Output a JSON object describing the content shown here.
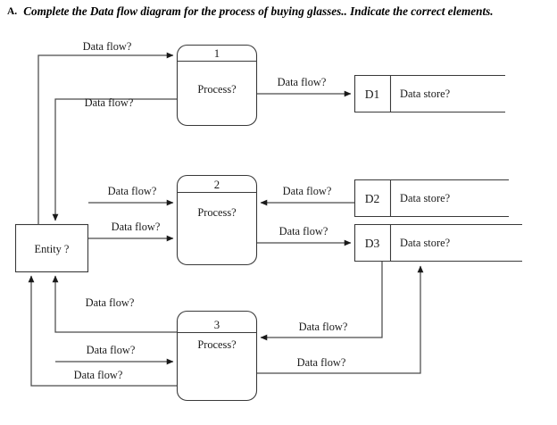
{
  "question": {
    "letter": "A.",
    "text": "Complete the Data flow diagram for the process of buying glasses..  Indicate the correct elements."
  },
  "diagram": {
    "type": "data-flow-diagram",
    "entity": {
      "label": "Entity ?"
    },
    "processes": [
      {
        "number": "1",
        "label": "Process?"
      },
      {
        "number": "2",
        "label": "Process?"
      },
      {
        "number": "3",
        "label": "Process?"
      }
    ],
    "data_stores": [
      {
        "id": "D1",
        "label": "Data store?"
      },
      {
        "id": "D2",
        "label": "Data store?"
      },
      {
        "id": "D3",
        "label": "Data store?"
      }
    ],
    "flows": [
      {
        "id": "f1",
        "label": "Data flow?",
        "from": "entity",
        "to": "process-1"
      },
      {
        "id": "f2",
        "label": "Data flow?",
        "from": "process-1",
        "to": "entity"
      },
      {
        "id": "f3",
        "label": "Data flow?",
        "from": "process-1",
        "to": "D1"
      },
      {
        "id": "f4",
        "label": "Data flow?",
        "from": "entity",
        "to": "process-2"
      },
      {
        "id": "f5",
        "label": "Data flow?",
        "from": "entity",
        "to": "process-2"
      },
      {
        "id": "f6",
        "label": "Data flow?",
        "from": "D2",
        "to": "process-2"
      },
      {
        "id": "f7",
        "label": "Data flow?",
        "from": "process-2",
        "to": "D3"
      },
      {
        "id": "f8",
        "label": "Data flow?",
        "from": "process-3",
        "to": "entity"
      },
      {
        "id": "f9",
        "label": "Data flow?",
        "from": "entity",
        "to": "process-3"
      },
      {
        "id": "f10",
        "label": "Data flow?",
        "from": "process-3",
        "to": "entity"
      },
      {
        "id": "f11",
        "label": "Data flow?",
        "from": "D3",
        "to": "process-3"
      },
      {
        "id": "f12",
        "label": "Data flow?",
        "from": "process-3",
        "to": "D3"
      }
    ],
    "colors": {
      "stroke": "#3a3a3a",
      "flow_stroke": "#4a4a4a",
      "fill": "#ffffff",
      "text": "#1a1a1a"
    }
  }
}
